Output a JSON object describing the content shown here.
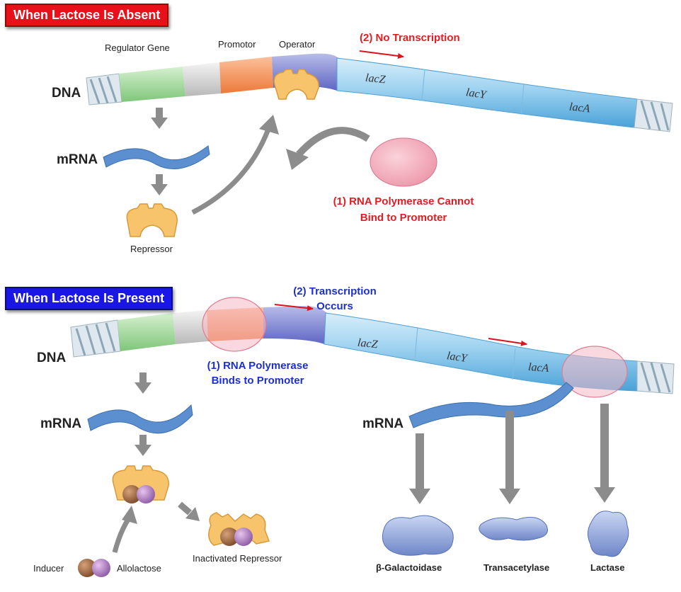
{
  "top": {
    "banner": "When Lactose Is Absent",
    "regulator_gene": "Regulator Gene",
    "promotor": "Promotor",
    "operator": "Operator",
    "no_transcription": "(2) No Transcription",
    "dna": "DNA",
    "mrna": "mRNA",
    "repressor": "Repressor",
    "polymerase_line1": "(1) RNA Polymerase Cannot",
    "polymerase_line2": "Bind to Promoter",
    "genes": [
      "lacZ",
      "lacY",
      "lacA"
    ]
  },
  "bottom": {
    "banner": "When Lactose Is Present",
    "transcription_line1": "(2) Transcription",
    "transcription_line2": "Occurs",
    "dna": "DNA",
    "polymerase_line1": "(1) RNA Polymerase",
    "polymerase_line2": "Binds to Promoter",
    "mrna_left": "mRNA",
    "mrna_right": "mRNA",
    "genes": [
      "lacZ",
      "lacY",
      "lacA"
    ],
    "inducer": "Inducer",
    "allolactose": "Allolactose",
    "inactivated_repressor": "Inactivated Repressor",
    "proteins": [
      "β-Galactoidase",
      "Transacetylase",
      "Lactase"
    ]
  },
  "colors": {
    "absent_banner": "#e8101a",
    "present_banner": "#1a16e6",
    "red_text": "#e31b23",
    "blue_text": "#1c2fd0",
    "repressor": "#f7c36b",
    "polymerase": "#f2a9b6",
    "mrna": "#5b8fd0",
    "arrow_gray": "#8c8c8c"
  }
}
